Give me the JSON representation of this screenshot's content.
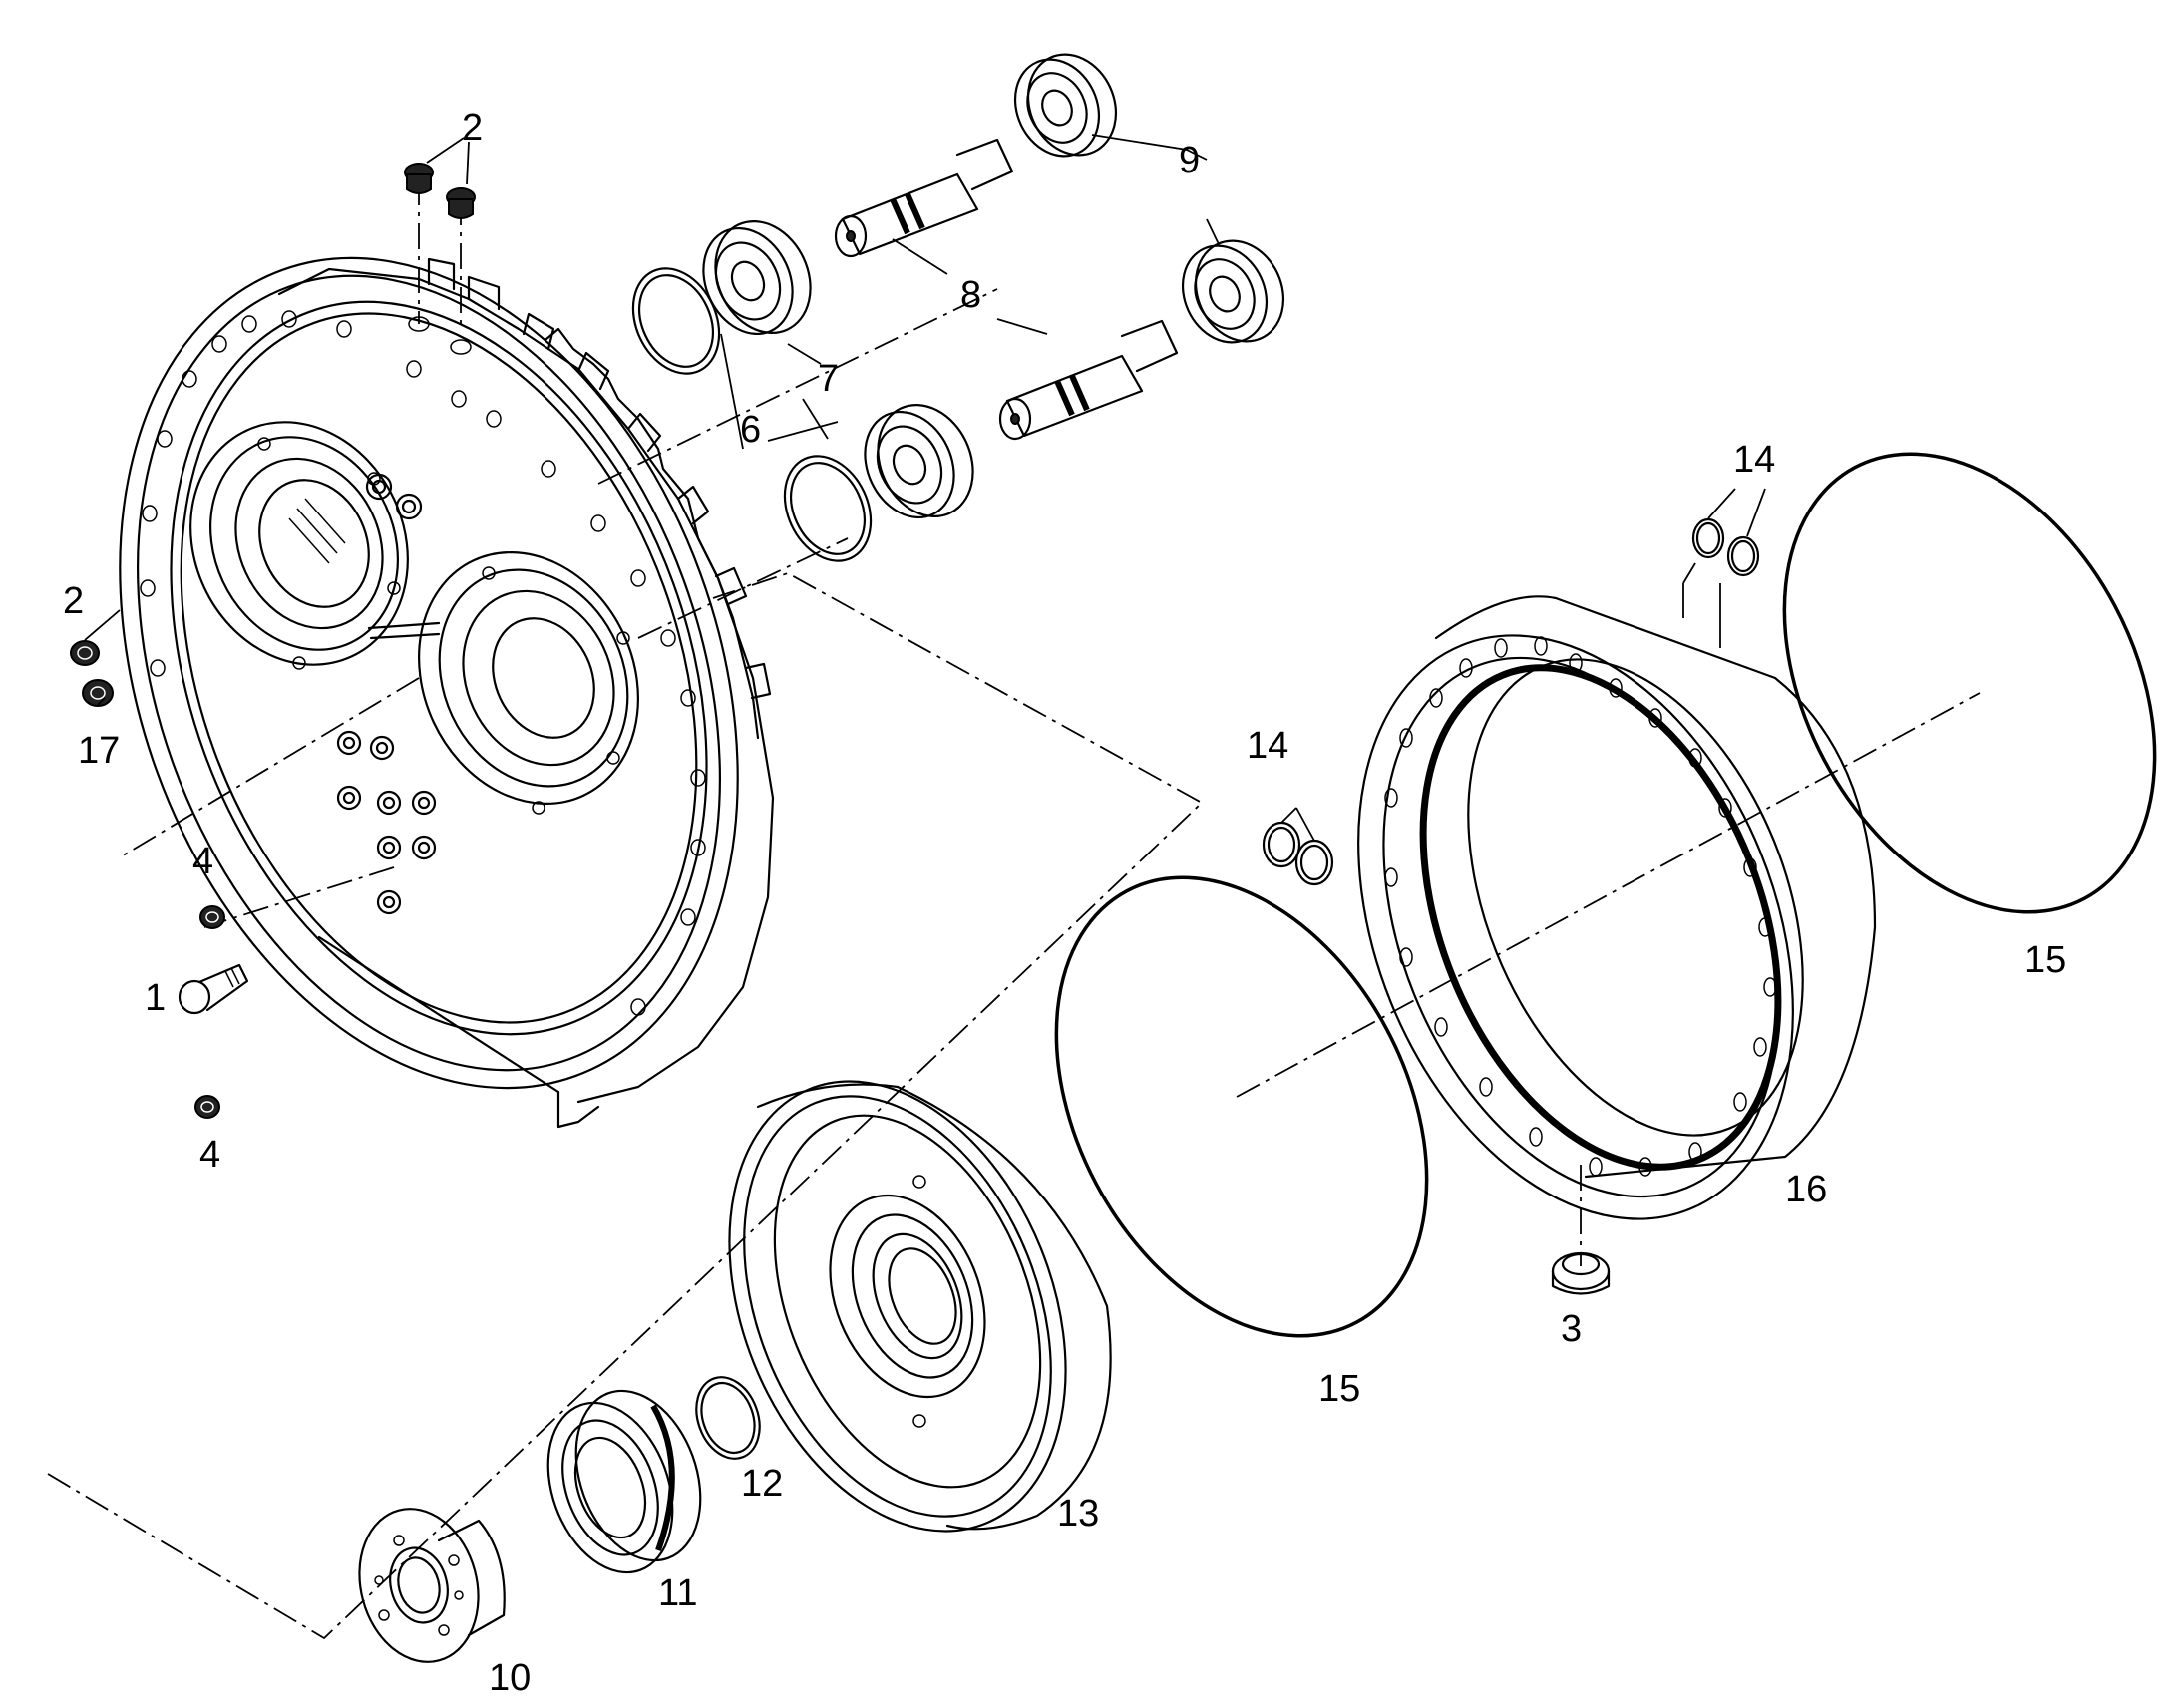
{
  "callouts": {
    "c1": "1",
    "c2a": "2",
    "c2b": "2",
    "c3": "3",
    "c4a": "4",
    "c4b": "4",
    "c6": "6",
    "c7": "7",
    "c8": "8",
    "c9": "9",
    "c10": "10",
    "c11": "11",
    "c12": "12",
    "c13": "13",
    "c14a": "14",
    "c14b": "14",
    "c15a": "15",
    "c15b": "15",
    "c16": "16",
    "c17": "17"
  }
}
